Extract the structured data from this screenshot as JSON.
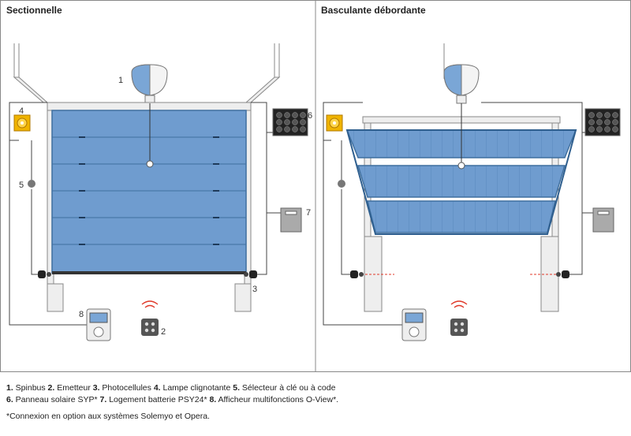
{
  "panels": {
    "left_title": "Sectionnelle",
    "right_title": "Basculante débordante"
  },
  "callouts": [
    "1",
    "2",
    "3",
    "4",
    "5",
    "6",
    "7",
    "8"
  ],
  "legend": {
    "line1": [
      {
        "n": "1.",
        "t": " Spinbus "
      },
      {
        "n": "2.",
        "t": " Emetteur "
      },
      {
        "n": "3.",
        "t": " Photocellules "
      },
      {
        "n": "4.",
        "t": " Lampe clignotante "
      },
      {
        "n": "5.",
        "t": " Sélecteur à clé ou à code"
      }
    ],
    "line2": [
      {
        "n": "6.",
        "t": " Panneau solaire SYP* "
      },
      {
        "n": "7.",
        "t": " Logement batterie PSY24* "
      },
      {
        "n": "8.",
        "t": " Afficheur multifonctions O-View*."
      }
    ],
    "note": "*Connexion en option aux systèmes Solemyo et Opera."
  },
  "colors": {
    "door_blue": "#6f9ccf",
    "door_dark": "#3f6f9f",
    "lamp": "#f0b400",
    "wire": "#444444",
    "signal_red": "#e03a2a",
    "frame": "#e9e9e9"
  }
}
